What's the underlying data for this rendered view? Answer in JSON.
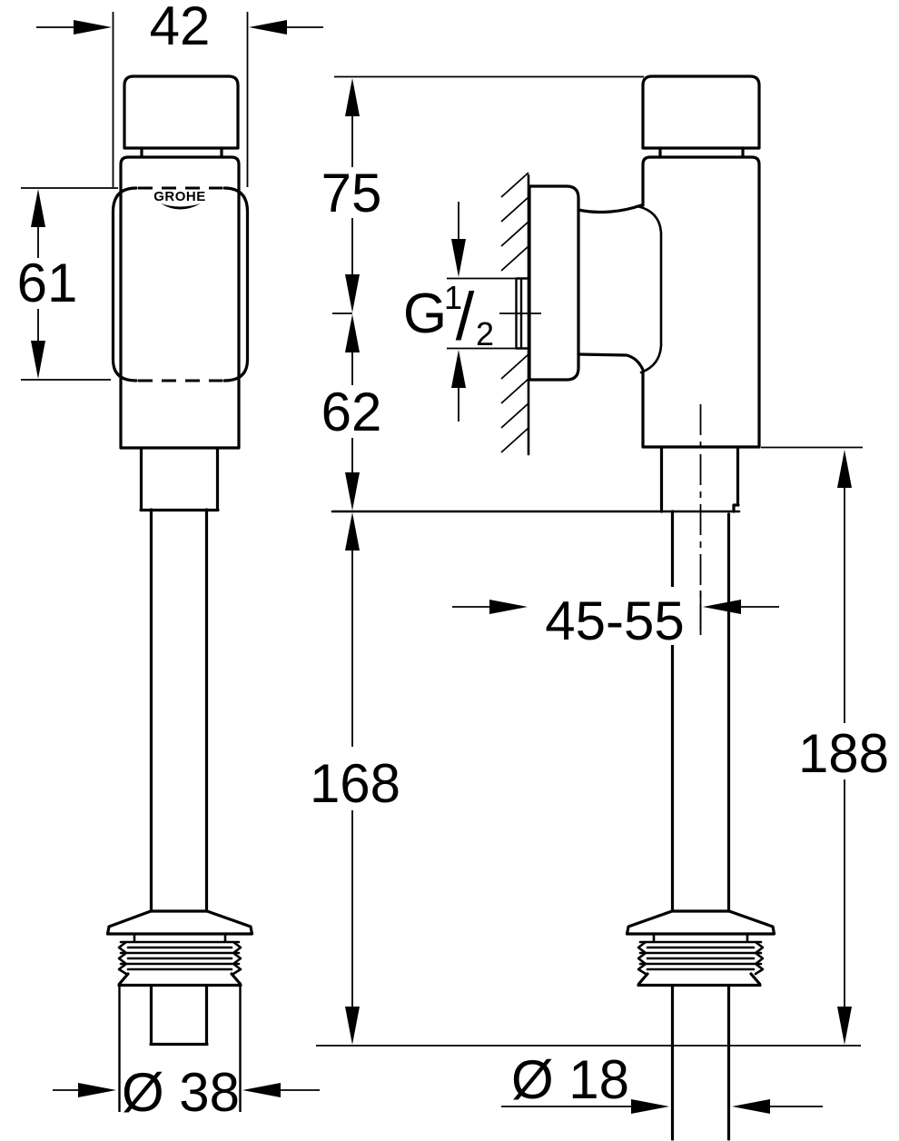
{
  "drawing": {
    "background": "#ffffff",
    "line_color": "#000000",
    "logo": {
      "text": "GROHE"
    },
    "dims": {
      "cap_width": "42",
      "panel_height": "61",
      "top_to_inlet": "75",
      "inlet_to_outlet": "62",
      "wall_offset": "45-55",
      "outlet_to_end": "168",
      "body_to_end": "188",
      "flange_dia": "Ø 38",
      "pipe_dia": "Ø 18",
      "thread": {
        "g": "G",
        "num": "1",
        "slash": "/",
        "den": "2"
      }
    }
  }
}
